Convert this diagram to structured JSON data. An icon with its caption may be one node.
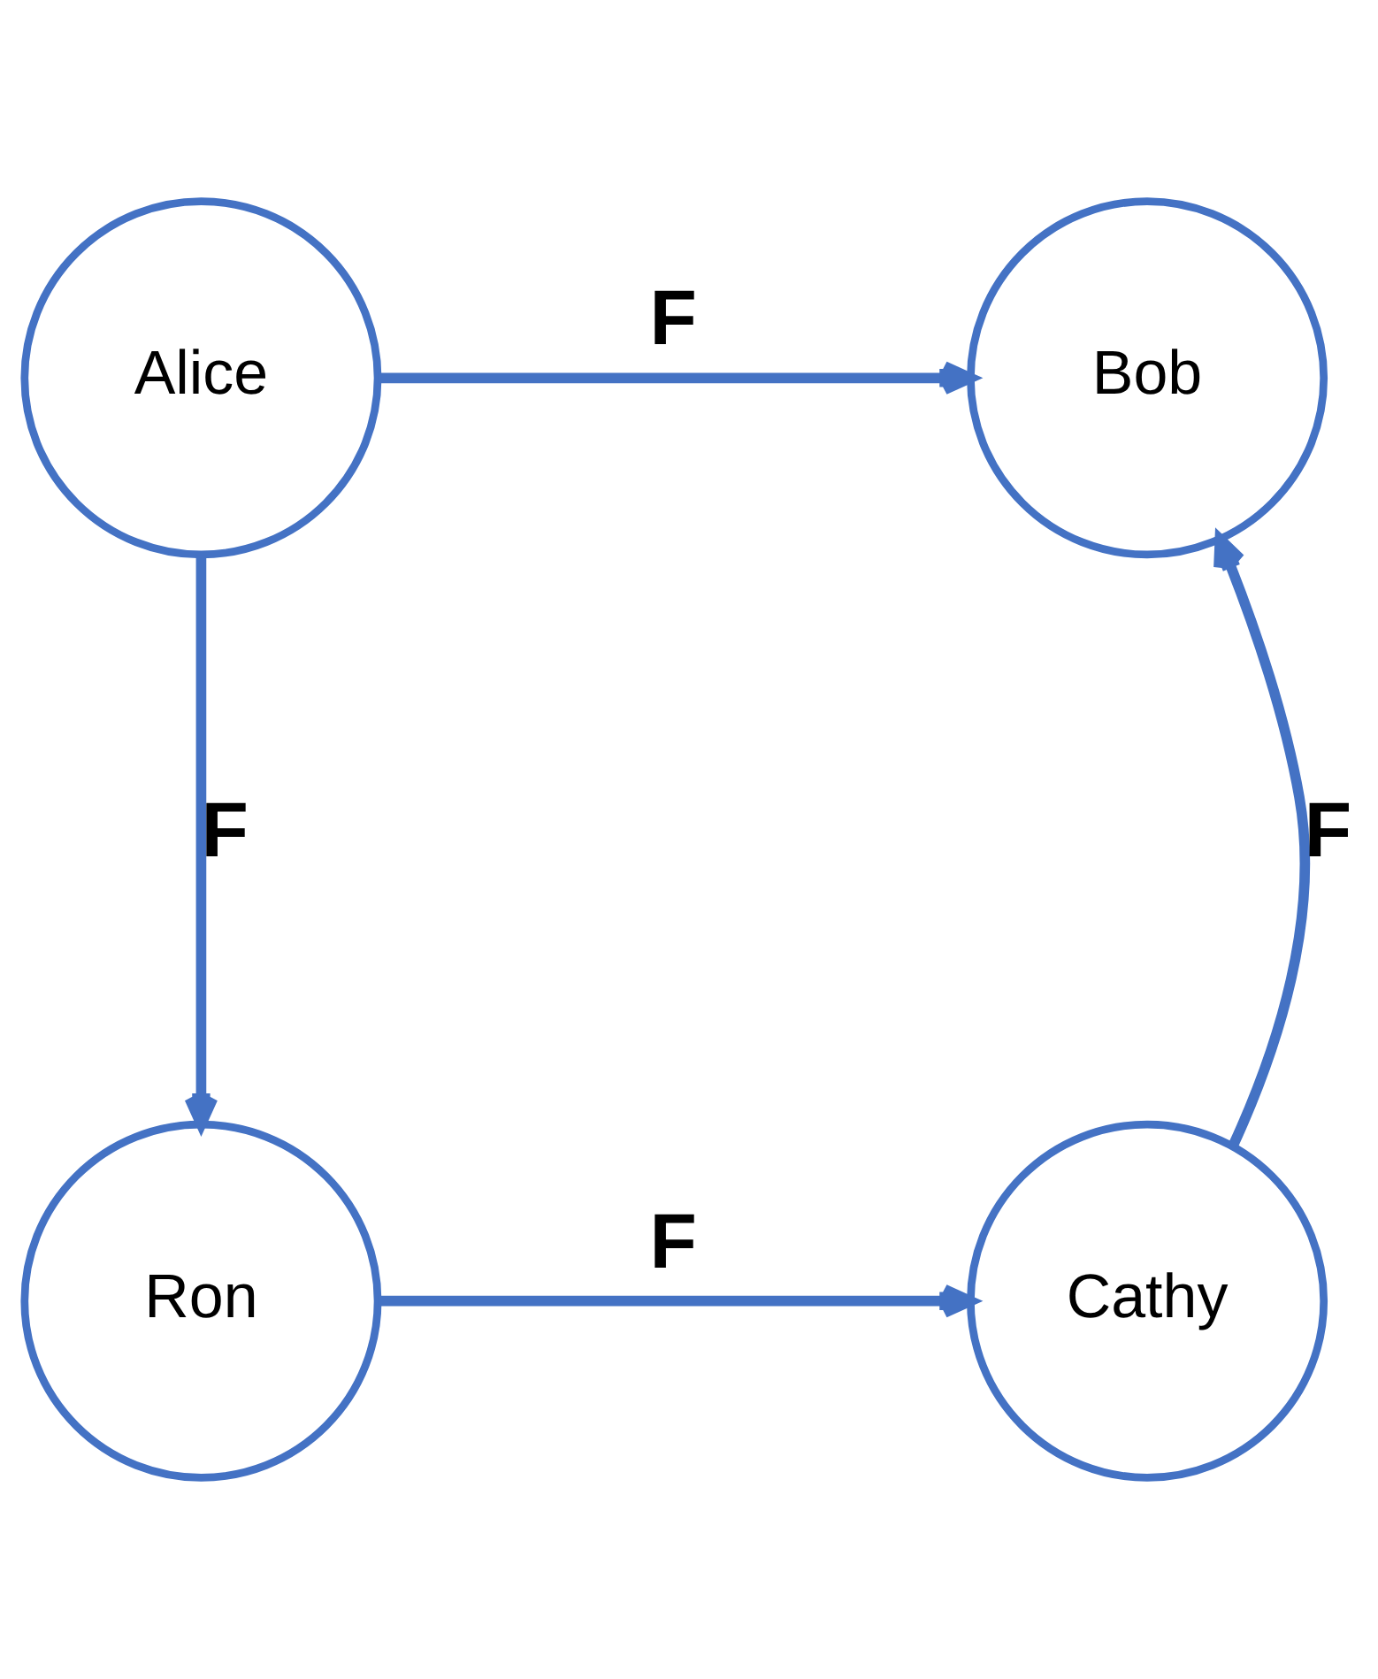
{
  "diagram": {
    "nodes": [
      {
        "text": [
          "Alice"
        ]
      },
      {
        "text": [
          "Bob"
        ]
      },
      {
        "text": [
          "Ron"
        ]
      },
      {
        "text": [
          "Cathy"
        ]
      }
    ],
    "edges": [
      {
        "from": 0,
        "to": 1,
        "arrow": "to",
        "label": "F"
      },
      {
        "from": 0,
        "to": 2,
        "arrow": "to",
        "label": "F"
      },
      {
        "from": 2,
        "to": 3,
        "arrow": "to",
        "label": "F"
      },
      {
        "from": 3,
        "to": 1,
        "arrow": "to",
        "label": "F"
      }
    ]
  }
}
